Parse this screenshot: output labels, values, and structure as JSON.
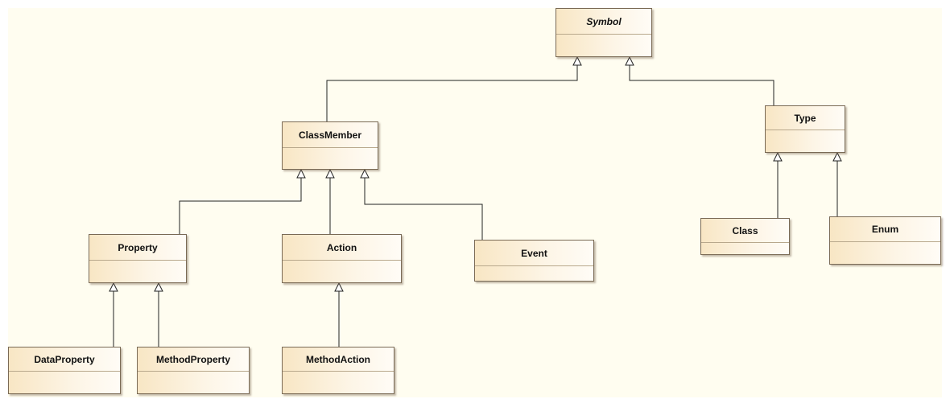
{
  "classes": {
    "symbol": {
      "name": "Symbol"
    },
    "class_member": {
      "name": "ClassMember"
    },
    "type": {
      "name": "Type"
    },
    "property": {
      "name": "Property"
    },
    "action": {
      "name": "Action"
    },
    "event": {
      "name": "Event"
    },
    "class": {
      "name": "Class"
    },
    "enum": {
      "name": "Enum"
    },
    "data_property": {
      "name": "DataProperty"
    },
    "method_property": {
      "name": "MethodProperty"
    },
    "method_action": {
      "name": "MethodAction"
    }
  },
  "colors": {
    "line": "#222222",
    "border": "#7a6a55",
    "canvas": "#fffdf0"
  }
}
